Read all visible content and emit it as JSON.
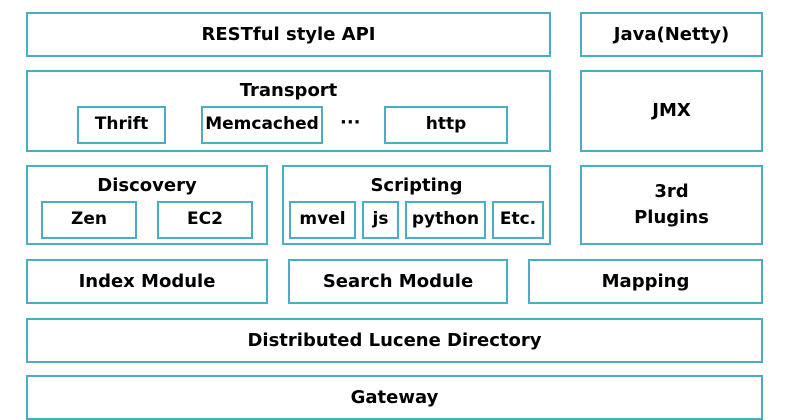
{
  "api": {
    "label": "RESTful style API"
  },
  "java": {
    "label": "Java(Netty)"
  },
  "transport": {
    "title": "Transport",
    "items": [
      "Thrift",
      "Memcached",
      "http"
    ],
    "ellipsis": "···"
  },
  "jmx": {
    "label": "JMX"
  },
  "discovery": {
    "title": "Discovery",
    "items": [
      "Zen",
      "EC2"
    ]
  },
  "scripting": {
    "title": "Scripting",
    "items": [
      "mvel",
      "js",
      "python",
      "Etc."
    ]
  },
  "plugins": {
    "line1": "3rd",
    "line2": "Plugins"
  },
  "index_module": {
    "label": "Index Module"
  },
  "search_module": {
    "label": "Search Module"
  },
  "mapping": {
    "label": "Mapping"
  },
  "lucene": {
    "label": "Distributed Lucene Directory"
  },
  "gateway": {
    "label": "Gateway"
  },
  "colors": {
    "border": "#4bacc6"
  }
}
